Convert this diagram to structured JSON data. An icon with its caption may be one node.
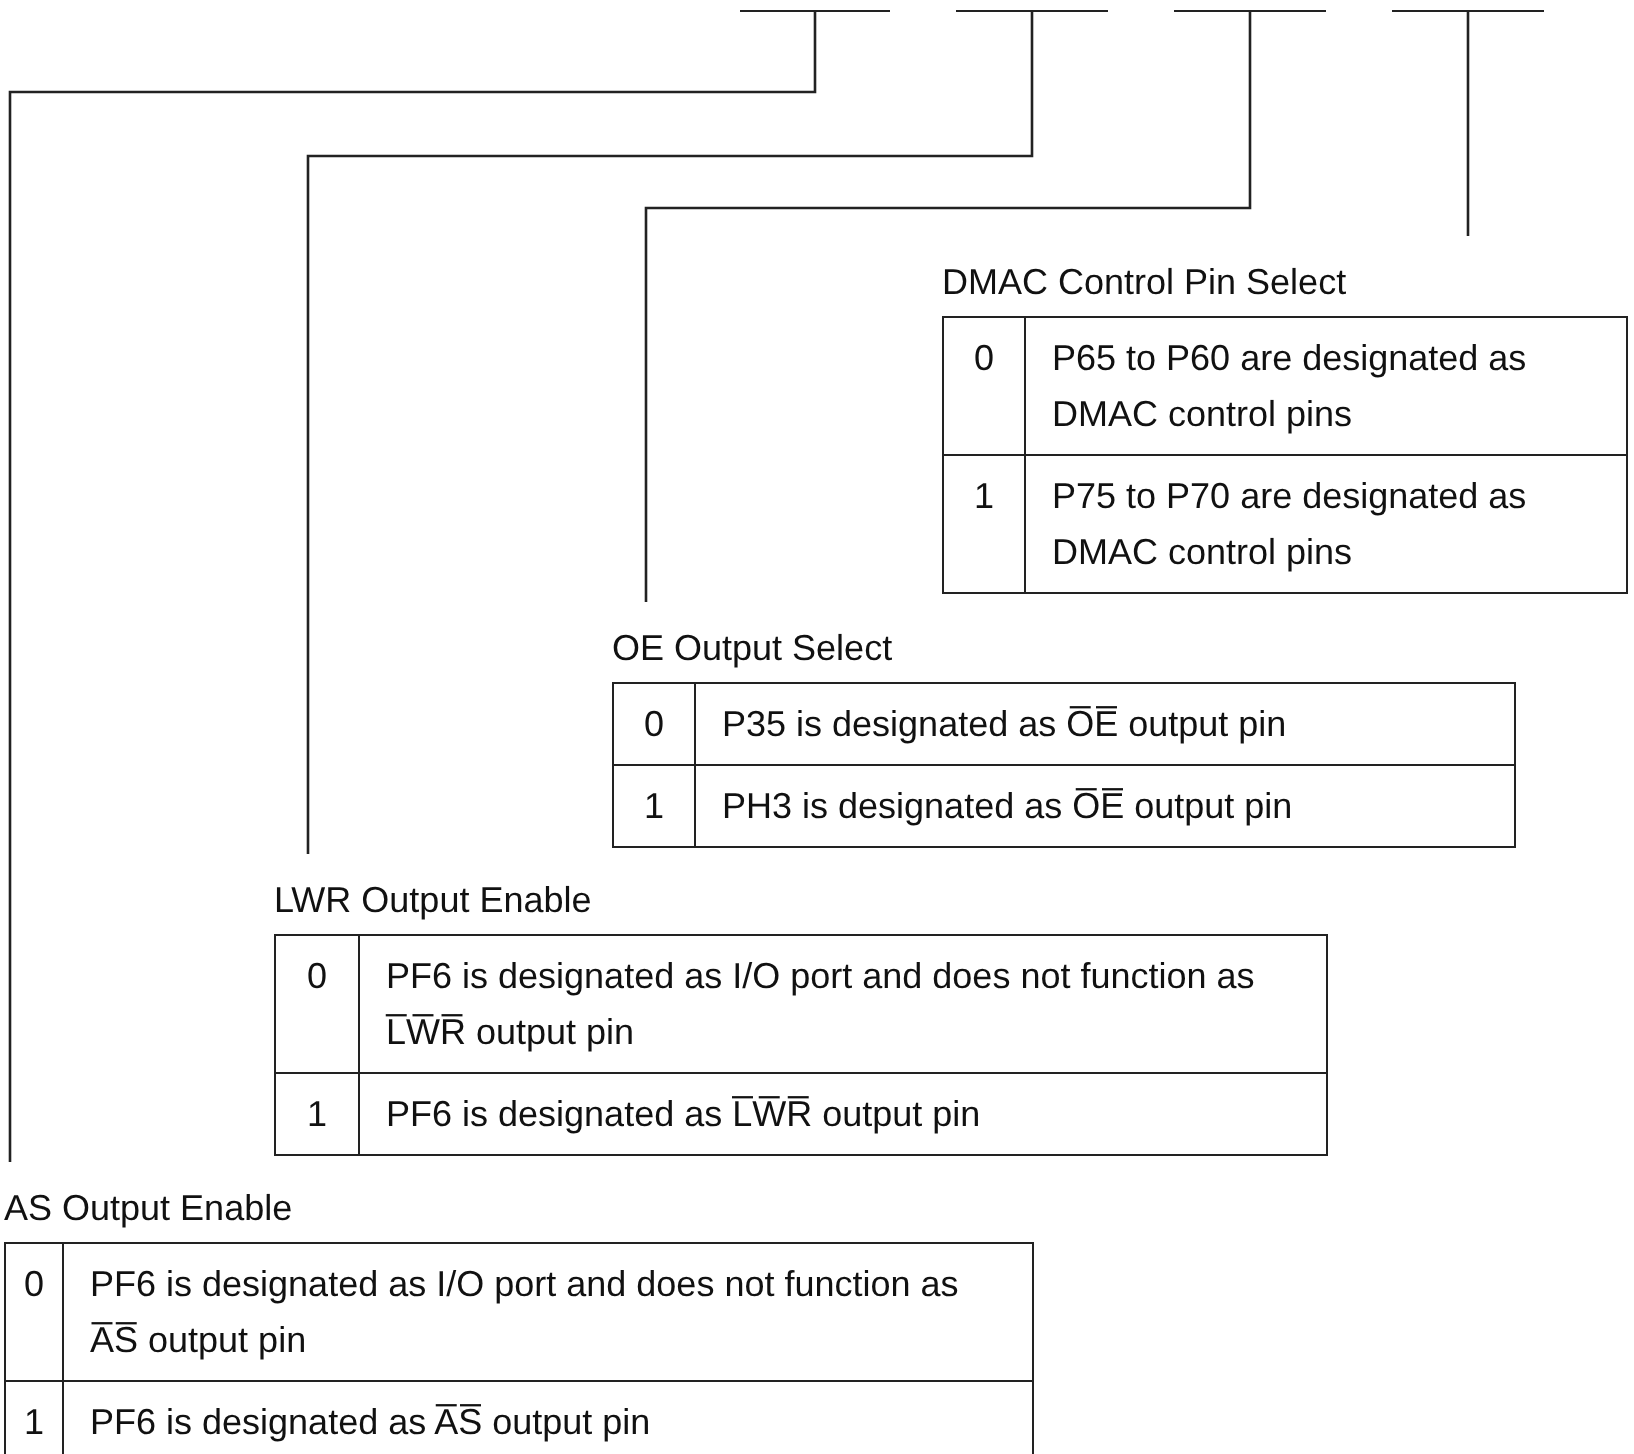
{
  "diagram": {
    "nodes": [
      {
        "text": [],
        "shape": "bar"
      },
      {
        "text": [],
        "shape": "bar"
      },
      {
        "text": [],
        "shape": "bar"
      },
      {
        "text": [],
        "shape": "bar"
      },
      {
        "text": [
          "DMAC Control Pin Select",
          "0",
          "P65 to P60 are designated as DMAC control pins",
          "1",
          "P75 to P70 are designated as DMAC control pins"
        ]
      },
      {
        "text": [
          "OE Output Select",
          "0",
          "P35 is designated as O̅E̅ output pin",
          "1",
          "PH3 is designated as O̅E̅ output pin"
        ]
      },
      {
        "text": [
          "LWR Output Enable",
          "0",
          "PF6 is designated as I/O port and does not function as L̅W̅R̅ output pin",
          "1",
          "PF6 is designated as L̅W̅R̅ output pin"
        ]
      },
      {
        "text": [
          "AS Output Enable",
          "0",
          "PF6 is designated as I/O port and does not function as A̅S̅ output pin",
          "1",
          "PF6 is designated as A̅S̅ output pin"
        ]
      }
    ],
    "edges": [
      {
        "from": 0,
        "to": 7,
        "arrow": "none"
      },
      {
        "from": 1,
        "to": 6,
        "arrow": "none"
      },
      {
        "from": 2,
        "to": 5,
        "arrow": "none"
      },
      {
        "from": 3,
        "to": 4,
        "arrow": "none"
      }
    ]
  }
}
